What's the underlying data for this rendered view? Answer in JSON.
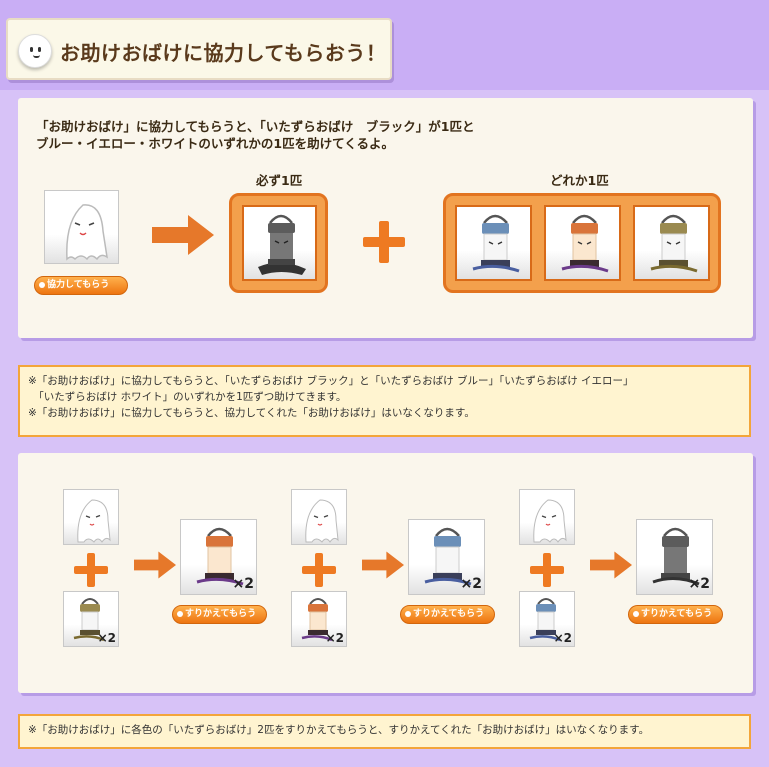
{
  "header": {
    "title": "お助けおばけに協力してもらおう！"
  },
  "section1": {
    "intro_line1": "「お助けおばけ」に協力してもらうと、「いたずらおばけ　ブラック」が1匹と",
    "intro_line2": "ブルー・イエロー・ホワイトのいずれかの1匹を助けてくるよ。",
    "label_required": "必ず1匹",
    "label_random": "どれか1匹",
    "button_label": "協力してもらう"
  },
  "note1": {
    "line1": "※「お助けおばけ」に協力してもらうと、「いたずらおばけ ブラック」と「いたずらおばけ ブルー」「いたずらおばけ イエロー」",
    "line2": "　「いたずらおばけ ホワイト」のいずれかを1匹ずつ助けてきます。",
    "line3": "※「お助けおばけ」に協力してもらうと、協力してくれた「お助けおばけ」はいなくなります。"
  },
  "section2": {
    "trades": [
      {
        "input_count": "×2",
        "output_count": "×2",
        "button_label": "すりかえてもらう"
      },
      {
        "input_count": "×2",
        "output_count": "×2",
        "button_label": "すりかえてもらう"
      },
      {
        "input_count": "×2",
        "output_count": "×2",
        "button_label": "すりかえてもらう"
      }
    ]
  },
  "note2": {
    "line1": "※「お助けおばけ」に各色の「いたずらおばけ」2匹をすりかえてもらうと、すりかえてくれた「お助けおばけ」はいなくなります。"
  },
  "colors": {
    "orange": "#ee7a22",
    "lantern_black": "#555555",
    "lantern_blue": "#6b8fb8",
    "lantern_orange": "#d9743a",
    "lantern_khaki": "#9a8a50"
  }
}
